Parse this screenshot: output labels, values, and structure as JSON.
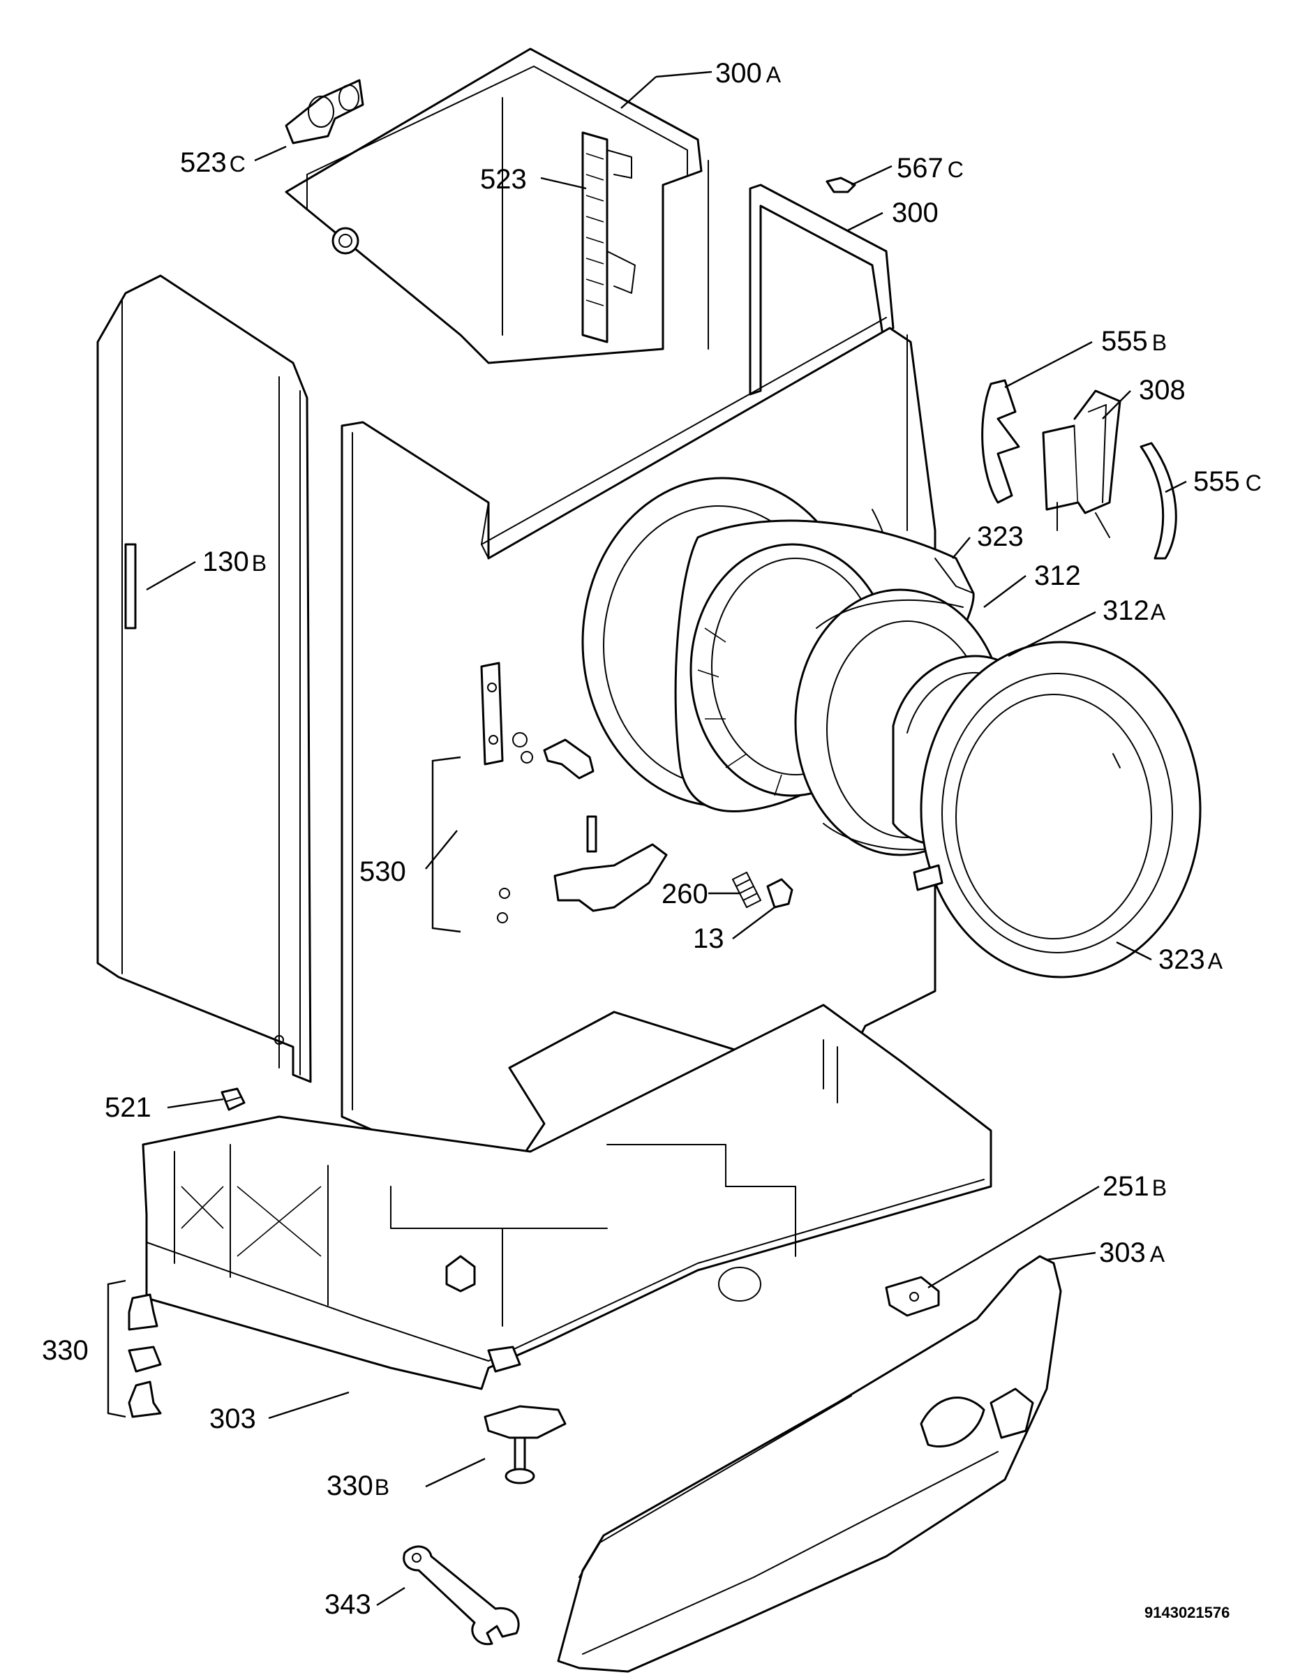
{
  "parts": {
    "p300a": {
      "num": "300",
      "suffix": "A"
    },
    "p523c": {
      "num": "523",
      "suffix": "C"
    },
    "p567c": {
      "num": "567",
      "suffix": "C"
    },
    "p523": {
      "num": "523",
      "suffix": ""
    },
    "p300": {
      "num": "300",
      "suffix": ""
    },
    "p555b": {
      "num": "555",
      "suffix": "B"
    },
    "p308": {
      "num": "308",
      "suffix": ""
    },
    "p555c": {
      "num": "555",
      "suffix": "C"
    },
    "p130b": {
      "num": "130",
      "suffix": "B"
    },
    "p323": {
      "num": "323",
      "suffix": ""
    },
    "p312": {
      "num": "312",
      "suffix": ""
    },
    "p312a": {
      "num": "312",
      "suffix": "A"
    },
    "p530": {
      "num": "530",
      "suffix": ""
    },
    "p260": {
      "num": "260",
      "suffix": ""
    },
    "p13": {
      "num": "13",
      "suffix": ""
    },
    "p323a": {
      "num": "323",
      "suffix": "A"
    },
    "p521": {
      "num": "521",
      "suffix": ""
    },
    "p251b": {
      "num": "251",
      "suffix": "B"
    },
    "p303a": {
      "num": "303",
      "suffix": "A"
    },
    "p330": {
      "num": "330",
      "suffix": ""
    },
    "p303": {
      "num": "303",
      "suffix": ""
    },
    "p330b": {
      "num": "330",
      "suffix": "B"
    },
    "p343": {
      "num": "343",
      "suffix": ""
    }
  },
  "drawing_code": "9143021576"
}
